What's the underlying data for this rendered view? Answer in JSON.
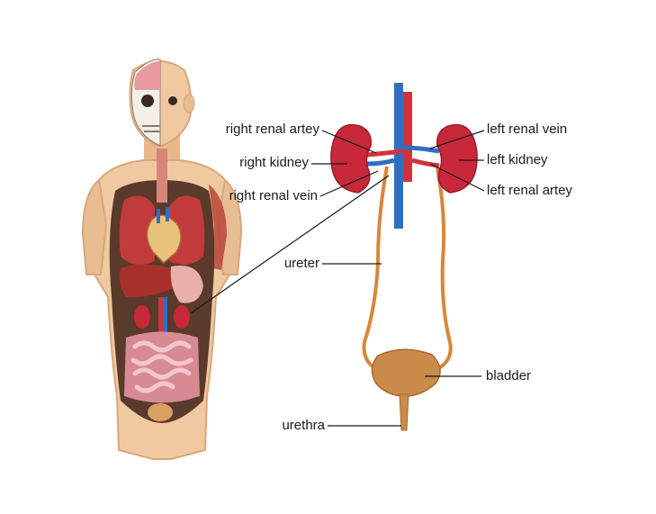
{
  "labels": {
    "right_renal_artery": "right renal artey",
    "right_kidney": "right kidney",
    "right_renal_vein": "right renal vein",
    "left_renal_vein": "left renal vein",
    "left_kidney": "left kidney",
    "left_renal_artery": "left renal artey",
    "ureter": "ureter",
    "bladder": "bladder",
    "urethra": "urethra"
  },
  "colors": {
    "skin": "#f0c9a0",
    "skin_shadow": "#d9a77a",
    "body_cavity": "#5a3a2a",
    "kidney": "#c8283a",
    "artery": "#d4323a",
    "vein": "#2e6fc4",
    "ureter": "#d9863a",
    "bladder": "#c98a4a",
    "lung": "#c23a3a",
    "intestine": "#e8a0a8",
    "line": "#1a1a1a"
  }
}
